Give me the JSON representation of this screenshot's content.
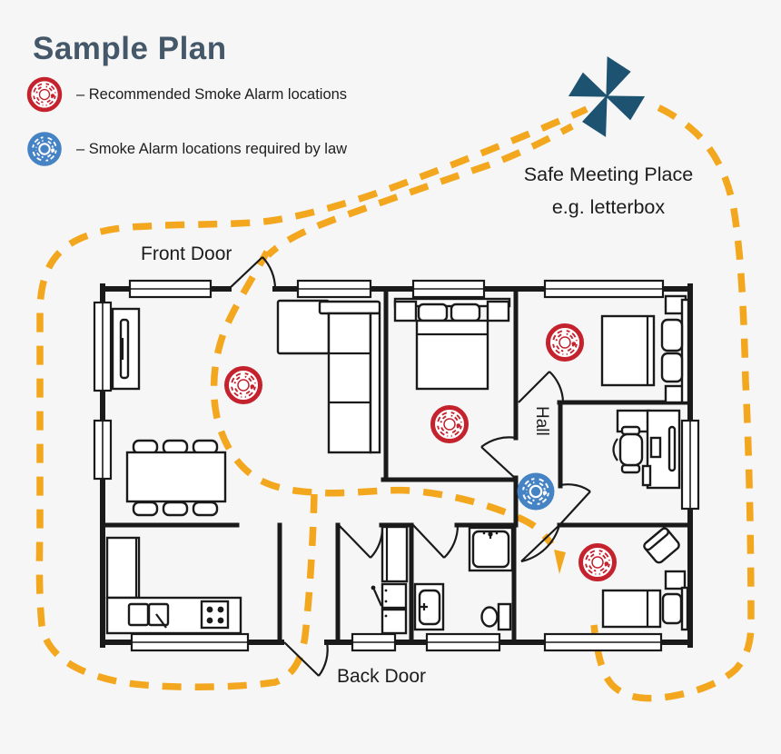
{
  "title": "Sample Plan",
  "legend": [
    {
      "label": "– Recommended Smoke Alarm locations",
      "icon": "smoke-alarm-red-icon"
    },
    {
      "label": "– Smoke Alarm locations required by law",
      "icon": "smoke-alarm-blue-icon"
    }
  ],
  "meeting_place": {
    "line1": "Safe Meeting Place",
    "line2": "e.g. letterbox"
  },
  "labels": {
    "front_door": "Front Door",
    "back_door": "Back Door",
    "hall": "Hall"
  },
  "icons": {
    "meeting_place": "meeting-place-star-icon",
    "recommended_alarm": "smoke-alarm-red-icon",
    "required_alarm": "smoke-alarm-blue-icon"
  },
  "colors": {
    "background": "#f6f6f6",
    "wall": "#1a1a1a",
    "route": "#f3a71e",
    "star": "#1d5271",
    "alarm_red": "#c4232e",
    "alarm_blue": "#4583c4",
    "title": "#44586a",
    "text": "#1d1d1d"
  }
}
